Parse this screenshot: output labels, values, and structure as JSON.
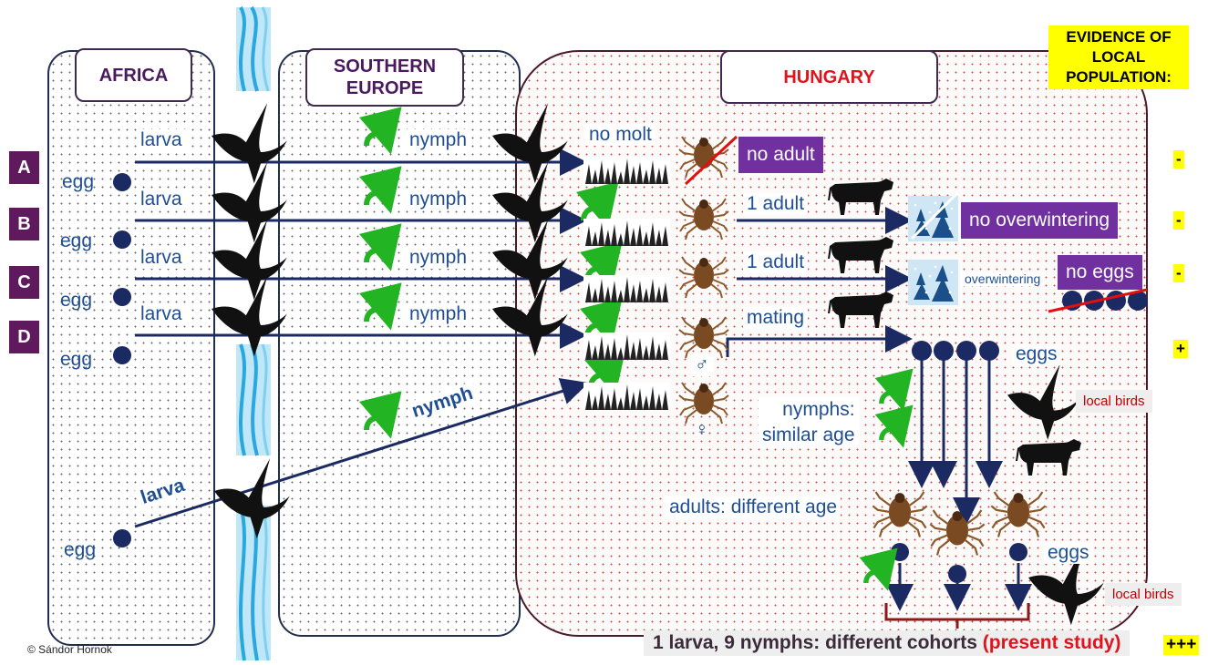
{
  "regions": {
    "africa": "AFRICA",
    "southern_europe": "SOUTHERN\nEUROPE",
    "hungary": "HUNGARY"
  },
  "evidence": {
    "header_line1": "EVIDENCE OF LOCAL",
    "header_line2": "POPULATION:",
    "A": "-",
    "B": "-",
    "C": "-",
    "D": "+",
    "present": "+++"
  },
  "rows": [
    "A",
    "B",
    "C",
    "D"
  ],
  "labels": {
    "egg": "egg",
    "larva": "larva",
    "nymph": "nymph",
    "no_molt": "no molt",
    "no_adult": "no adult",
    "one_adult": "1 adult",
    "mating": "mating",
    "no_overwintering": "no overwintering",
    "overwintering": "overwintering",
    "no_eggs": "no eggs",
    "eggs": "eggs",
    "nymphs_line1": "nymphs:",
    "nymphs_line2": "similar age",
    "adults_diff_age": "adults: different age",
    "local_birds": "local birds",
    "male_symbol": "♂",
    "female_symbol": "♀",
    "bottom_main": "1 larva, 9 nymphs: different cohorts ",
    "bottom_red": "(present study)",
    "copyright": "© Sándor Hornok"
  },
  "colors": {
    "arrow": "#1b2a63",
    "purple": "#7030a0",
    "row_label": "#5e1a5c",
    "text_blue": "#1f4e93",
    "hungary_title": "#e0141c",
    "region_title": "#4a1a5e",
    "green_arrow": "#22b422",
    "water": "#30b0e0"
  },
  "icons": [
    "bird-icon",
    "tick-icon",
    "cow-icon",
    "winter-tree-icon",
    "grass-icon",
    "molt-arrow-icon",
    "egg-dot-icon"
  ]
}
